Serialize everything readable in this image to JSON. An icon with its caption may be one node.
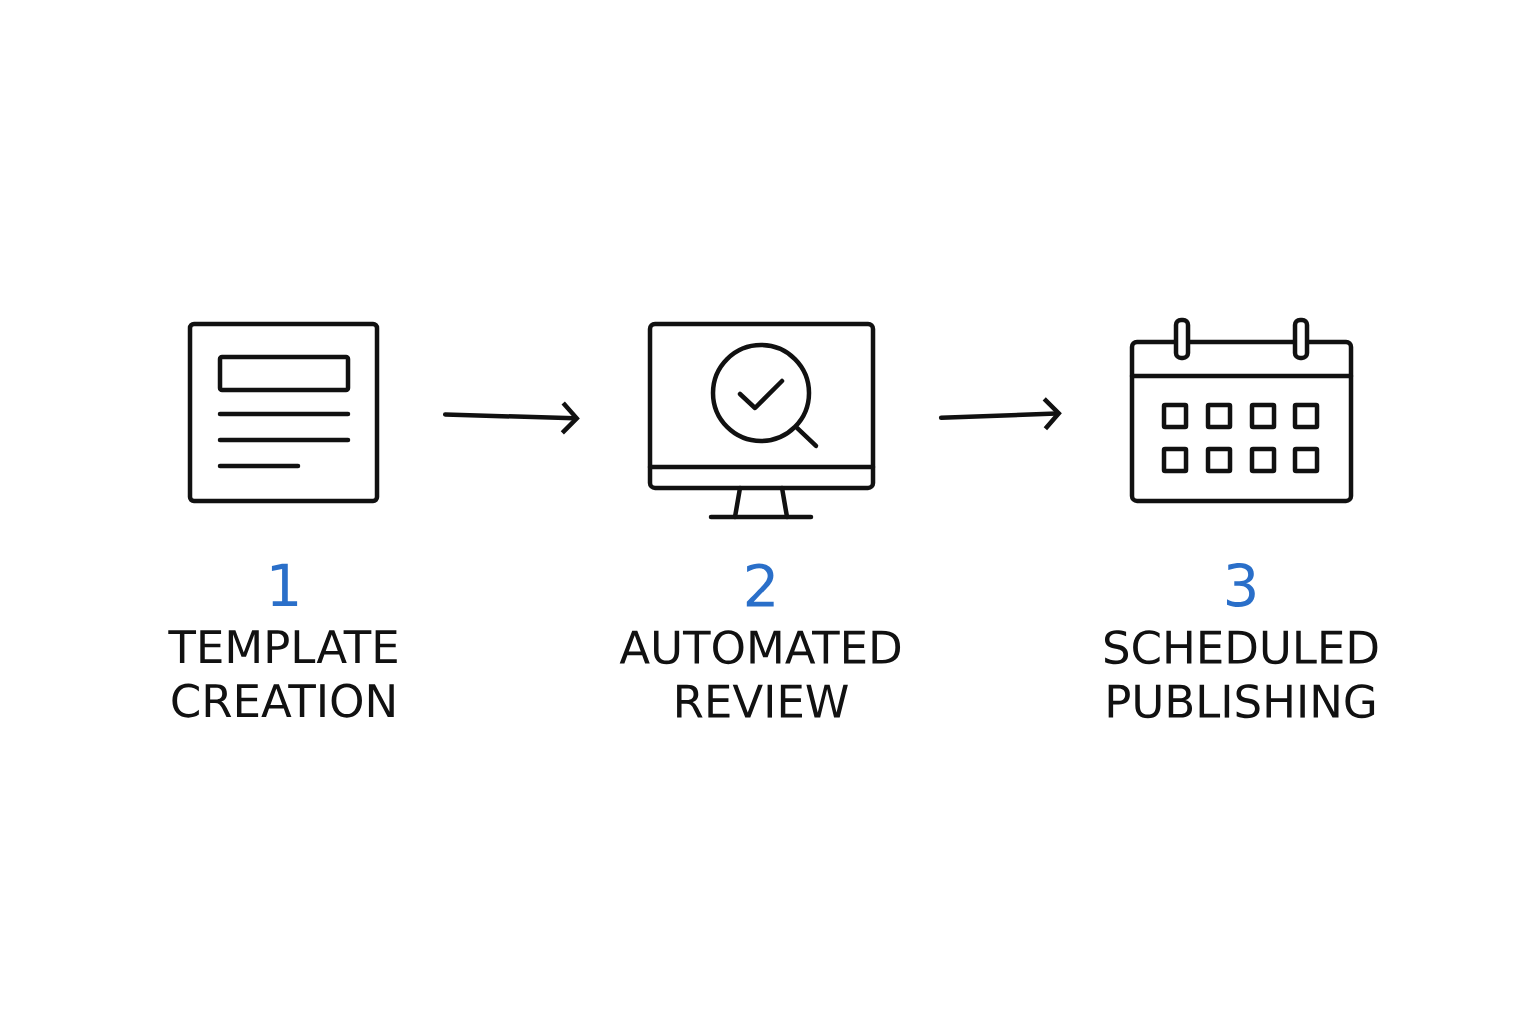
{
  "diagram": {
    "nodes": [
      {
        "text": [
          "1",
          "TEMPLATE CREATION"
        ]
      },
      {
        "text": [
          "2",
          "AUTOMATED REVIEW"
        ]
      },
      {
        "text": [
          "3",
          "SCHEDULED PUBLISHING"
        ]
      }
    ],
    "edges": [
      {
        "from": 0,
        "to": 1,
        "arrow": "to"
      },
      {
        "from": 1,
        "to": 2,
        "arrow": "to"
      }
    ]
  }
}
